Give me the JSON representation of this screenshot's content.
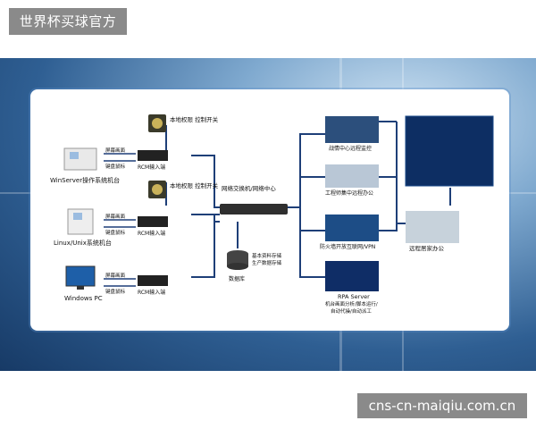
{
  "header": {
    "badge": "世界杯买球官方"
  },
  "footer": {
    "badge": "cns-cn-maiqiu.com.cn"
  },
  "diagram": {
    "switch_local_1": "本地权限\n控制开关",
    "switch_local_2": "本地权限\n控制开关",
    "win_server": "WinServer操作系统机台",
    "linux_unix": "Linux/Unix系统机台",
    "windows_pc": "Windows PC",
    "screen_label_1": "屏幕画面",
    "kbm_label_1": "键盘鼠标",
    "screen_label_2": "屏幕画面",
    "kbm_label_2": "键盘鼠标",
    "screen_label_3": "屏幕画面",
    "kbm_label_3": "键盘鼠标",
    "rcm_1": "RCM输入端",
    "rcm_2": "RCM输入端",
    "rcm_3": "RCM输入端",
    "network": "网络交换机/网络中心",
    "db_note_1": "基本资料存储",
    "db_note_2": "生产数据存储",
    "database": "数据库",
    "ops_center": "战情中心远程监控",
    "eng_office": "工程师集中远程办公",
    "firewall": "防火墙开放互联网/VPN",
    "rpa_title": "RPA Server",
    "rpa_line1": "机台画面分析/脚本运行/",
    "rpa_line2": "自动代操/自动派工",
    "home_office": "远程居家办公"
  }
}
